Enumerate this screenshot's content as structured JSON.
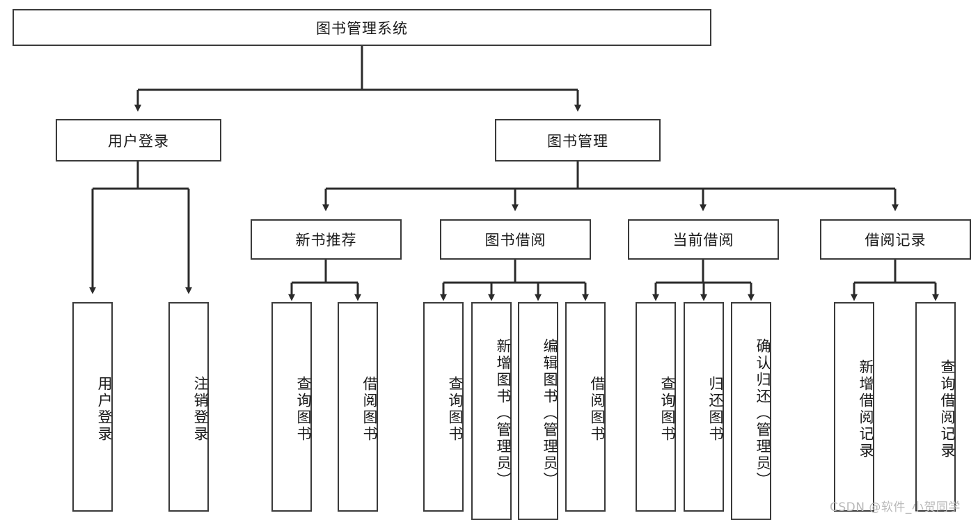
{
  "diagram": {
    "type": "tree",
    "title": "图书管理系统",
    "orientation": "top-down",
    "levels": 4,
    "colors": {
      "box_border": "#3a3a3a",
      "box_fill": "#ffffff",
      "edge": "#2b2b2b",
      "text": "#1a1a1a",
      "watermark": "#b9b9b9",
      "background": "#ffffff"
    }
  },
  "nodes": {
    "root": {
      "label": "图书管理系统",
      "level": 1,
      "orientation": "horizontal"
    },
    "l2": [
      {
        "id": "user-login",
        "label": "用户登录",
        "level": 2,
        "orientation": "horizontal"
      },
      {
        "id": "book-manage",
        "label": "图书管理",
        "level": 2,
        "orientation": "horizontal"
      }
    ],
    "l3": [
      {
        "id": "new-book-rec",
        "label": "新书推荐",
        "level": 3,
        "orientation": "horizontal",
        "parent": "book-manage"
      },
      {
        "id": "book-borrow",
        "label": "图书借阅",
        "level": 3,
        "orientation": "horizontal",
        "parent": "book-manage"
      },
      {
        "id": "current-borrow",
        "label": "当前借阅",
        "level": 3,
        "orientation": "horizontal",
        "parent": "book-manage"
      },
      {
        "id": "borrow-record",
        "label": "借阅记录",
        "level": 3,
        "orientation": "horizontal",
        "parent": "book-manage"
      }
    ],
    "leaves": [
      {
        "id": "leaf-user-login",
        "label": "用户登录",
        "parent": "user-login",
        "orientation": "vertical"
      },
      {
        "id": "leaf-logout-login",
        "label": "注销登录",
        "parent": "user-login",
        "orientation": "vertical"
      },
      {
        "id": "leaf-query-book-rec",
        "label": "查询图书",
        "parent": "new-book-rec",
        "orientation": "vertical"
      },
      {
        "id": "leaf-borrow-book-rec",
        "label": "借阅图书",
        "parent": "new-book-rec",
        "orientation": "vertical"
      },
      {
        "id": "leaf-query-book-borrow",
        "label": "查询图书",
        "parent": "book-borrow",
        "orientation": "vertical"
      },
      {
        "id": "leaf-add-book-admin",
        "label": "新增图书（管理员）",
        "parent": "book-borrow",
        "orientation": "vertical"
      },
      {
        "id": "leaf-edit-book-admin",
        "label": "编辑图书（管理员）",
        "parent": "book-borrow",
        "orientation": "vertical"
      },
      {
        "id": "leaf-borrow-book",
        "label": "借阅图书",
        "parent": "book-borrow",
        "orientation": "vertical"
      },
      {
        "id": "leaf-query-book-current",
        "label": "查询图书",
        "parent": "current-borrow",
        "orientation": "vertical"
      },
      {
        "id": "leaf-return-book",
        "label": "归还图书",
        "parent": "current-borrow",
        "orientation": "vertical"
      },
      {
        "id": "leaf-confirm-return-admin",
        "label": "确认归还（管理员）",
        "parent": "current-borrow",
        "orientation": "vertical"
      },
      {
        "id": "leaf-add-borrow-record",
        "label": "新增借阅记录",
        "parent": "borrow-record",
        "orientation": "vertical"
      },
      {
        "id": "leaf-query-borrow-record",
        "label": "查询借阅记录",
        "parent": "borrow-record",
        "orientation": "vertical"
      }
    ]
  },
  "watermark": {
    "text": "CSDN @软件_小贺同学"
  }
}
